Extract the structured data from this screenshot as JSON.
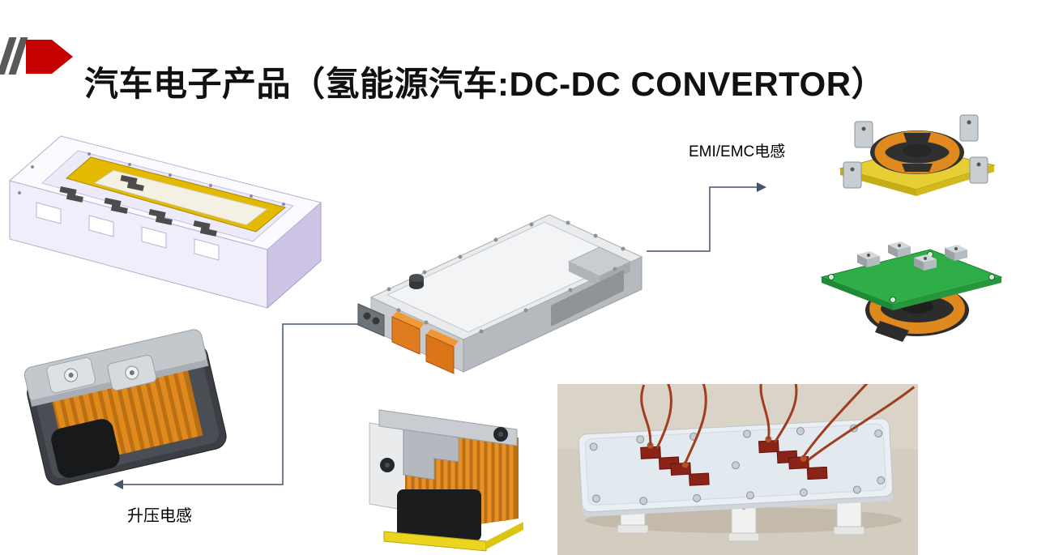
{
  "slide": {
    "title": "汽车电子产品（氢能源汽车:DC-DC CONVERTOR）"
  },
  "labels": {
    "emi_inductor": "EMI/EMC电感",
    "boost_inductor": "升压电感"
  },
  "colors": {
    "accent_red": "#c40000",
    "decor_gray": "#58595b",
    "connector_line": "#44546a",
    "winding_orange": "#e0891e",
    "pcb_green": "#2fae47",
    "base_yellow": "#e6cf35"
  }
}
